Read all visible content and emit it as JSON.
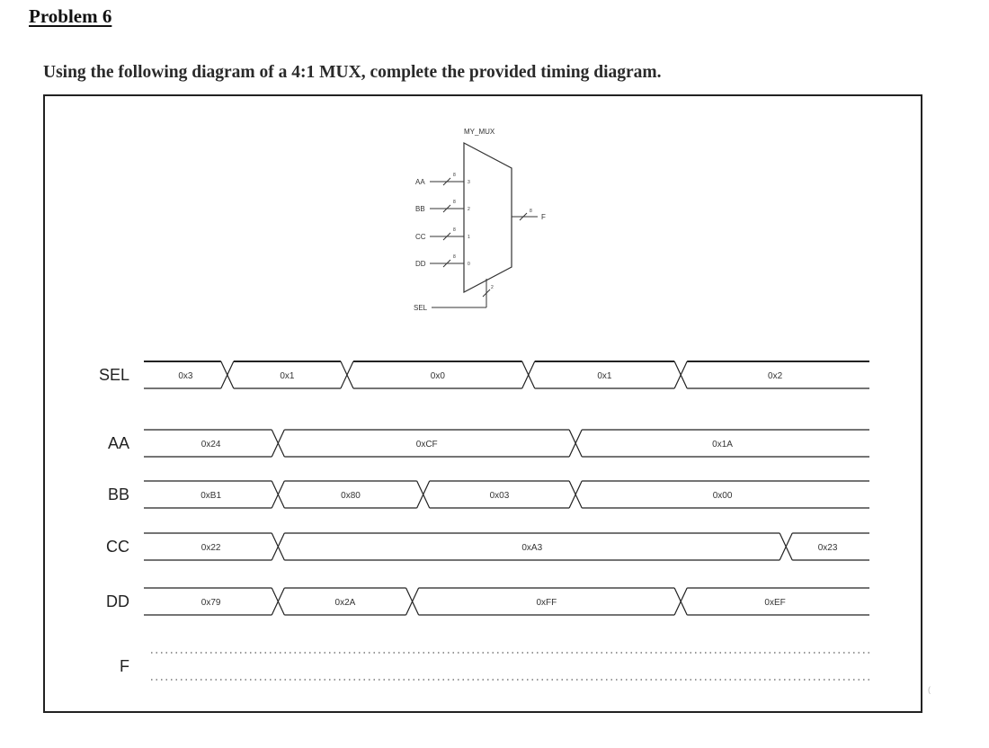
{
  "page": {
    "title": "Problem 6",
    "instructions": "Using the following diagram of a 4:1 MUX, complete the provided timing diagram."
  },
  "mux": {
    "name": "MY_MUX",
    "inputs": [
      {
        "label": "AA",
        "port": "3",
        "width": "8"
      },
      {
        "label": "BB",
        "port": "2",
        "width": "8"
      },
      {
        "label": "CC",
        "port": "1",
        "width": "8"
      },
      {
        "label": "DD",
        "port": "0",
        "width": "8"
      }
    ],
    "select": {
      "label": "SEL",
      "width": "2"
    },
    "output": {
      "label": "F",
      "width": "8"
    }
  },
  "timing": {
    "span": 100,
    "signals": [
      {
        "name": "SEL",
        "segments": [
          {
            "start": 0,
            "end": 11.5,
            "value": "0x3"
          },
          {
            "start": 11.5,
            "end": 28,
            "value": "0x1"
          },
          {
            "start": 28,
            "end": 53,
            "value": "0x0"
          },
          {
            "start": 53,
            "end": 74,
            "value": "0x1"
          },
          {
            "start": 74,
            "end": 100,
            "value": "0x2"
          }
        ]
      },
      {
        "name": "AA",
        "segments": [
          {
            "start": 0,
            "end": 18.5,
            "value": "0x24"
          },
          {
            "start": 18.5,
            "end": 59.5,
            "value": "0xCF"
          },
          {
            "start": 59.5,
            "end": 100,
            "value": "0x1A"
          }
        ]
      },
      {
        "name": "BB",
        "segments": [
          {
            "start": 0,
            "end": 18.5,
            "value": "0xB1"
          },
          {
            "start": 18.5,
            "end": 38.5,
            "value": "0x80"
          },
          {
            "start": 38.5,
            "end": 59.5,
            "value": "0x03"
          },
          {
            "start": 59.5,
            "end": 100,
            "value": "0x00"
          }
        ]
      },
      {
        "name": "CC",
        "segments": [
          {
            "start": 0,
            "end": 18.5,
            "value": "0x22"
          },
          {
            "start": 18.5,
            "end": 88.5,
            "value": "0xA3"
          },
          {
            "start": 88.5,
            "end": 100,
            "value": "0x23"
          }
        ]
      },
      {
        "name": "DD",
        "segments": [
          {
            "start": 0,
            "end": 18.5,
            "value": "0x79"
          },
          {
            "start": 18.5,
            "end": 37,
            "value": "0x2A"
          },
          {
            "start": 37,
            "end": 74,
            "value": "0xFF"
          },
          {
            "start": 74,
            "end": 100,
            "value": "0xEF"
          }
        ]
      },
      {
        "name": "F",
        "segments": []
      }
    ]
  },
  "margin_mark": "("
}
